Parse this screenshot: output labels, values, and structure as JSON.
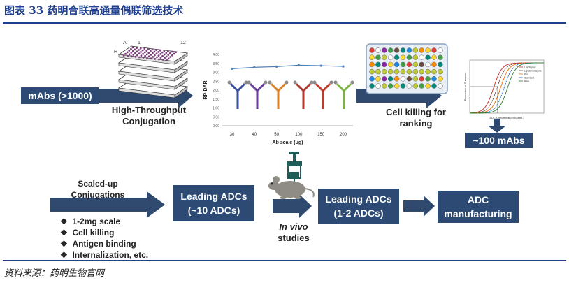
{
  "title": "图表 33   药明合联高通量偶联筛选技术",
  "source": "资料来源：药明生物官网",
  "boxes": {
    "mabs": "mAbs (>1000)",
    "hundred": "~100 mAbs",
    "leading10_line1": "Leading ADCs",
    "leading10_line2": "(~10 ADCs)",
    "leading2_line1": "Leading ADCs",
    "leading2_line2": "(1-2 ADCs)",
    "mfg_line1": "ADC",
    "mfg_line2": "manufacturing"
  },
  "labels": {
    "htp_line1": "High-Throughput",
    "htp_line2": "Conjugation",
    "kill_line1": "Cell killing for",
    "kill_line2": "ranking",
    "scaled_line1": "Scaled-up",
    "scaled_line2": "Conjugations",
    "invivo_line1": "In vivo",
    "invivo_line2": "studies"
  },
  "plate_labels": {
    "row_a": "A",
    "col_1": "1",
    "col_12": "12",
    "row_h": "H"
  },
  "bullets": [
    "1-2mg scale",
    "Cell killing",
    "Antigen binding",
    "Internalization, etc."
  ],
  "bullet_symbol": "❖",
  "colors": {
    "navy": "#2c4a73",
    "arrow": "#2f4a6e",
    "title": "#1f3f8f"
  },
  "chart_data": [
    {
      "type": "line",
      "title": "",
      "xlabel": "Ab scale (ug)",
      "ylabel": "RP-DAR",
      "categories": [
        "30",
        "40",
        "50",
        "100",
        "150",
        "200"
      ],
      "series": [
        {
          "values": [
            3.2,
            3.28,
            3.32,
            3.4,
            3.37,
            3.33
          ]
        }
      ],
      "ylim": [
        0,
        4
      ],
      "yticks": [
        "0.00",
        "0.50",
        "1.00",
        "1.50",
        "2.00",
        "2.50",
        "3.00",
        "3.50",
        "4.00"
      ]
    },
    {
      "type": "line",
      "title": "",
      "xlabel": "ADC Concentration (ug/mL)",
      "ylabel": "Proportion of Survivors",
      "legend_position": "top-right",
      "series": [
        {
          "name": "Lipids plus",
          "curve": "sigmoid"
        },
        {
          "name": "Lipids/Catalysts",
          "curve": "sigmoid"
        },
        {
          "name": "Pos",
          "curve": "sigmoid"
        },
        {
          "name": "Standard",
          "curve": "sigmoid"
        },
        {
          "name": "Raw",
          "curve": "sigmoid"
        }
      ]
    }
  ]
}
